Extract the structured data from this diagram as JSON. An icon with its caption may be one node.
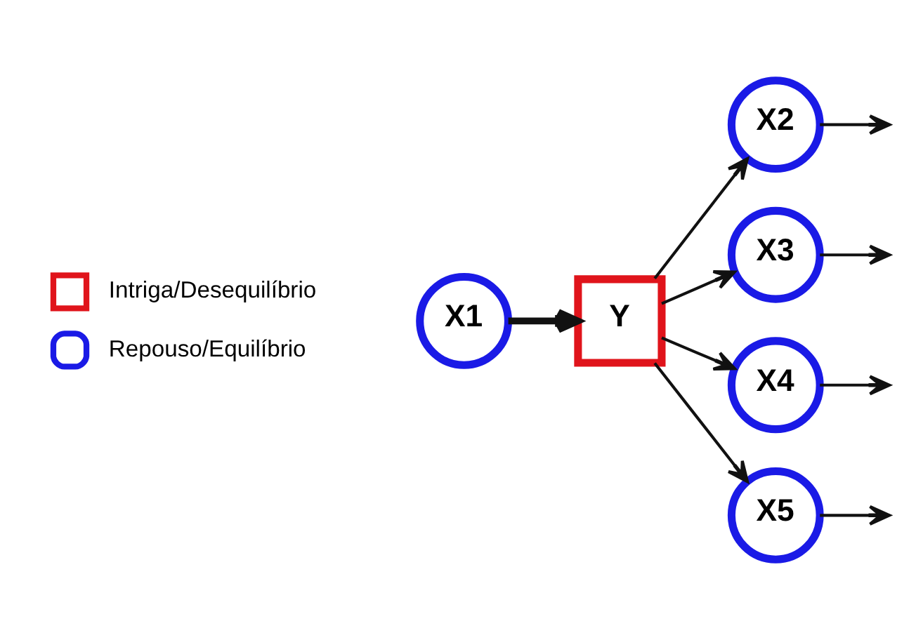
{
  "diagram": {
    "nodes": [
      {
        "text": [
          "X1"
        ]
      },
      {
        "text": [
          "Y"
        ]
      },
      {
        "text": [
          "X2"
        ]
      },
      {
        "text": [
          "X3"
        ]
      },
      {
        "text": [
          "X4"
        ]
      },
      {
        "text": [
          "X5"
        ]
      }
    ],
    "edges": [
      {
        "from": 0,
        "to": 1,
        "arrow": "to",
        "style": "thick"
      },
      {
        "from": 1,
        "to": 2,
        "arrow": "to"
      },
      {
        "from": 1,
        "to": 3,
        "arrow": "to"
      },
      {
        "from": 1,
        "to": 4,
        "arrow": "to"
      },
      {
        "from": 1,
        "to": 5,
        "arrow": "to"
      },
      {
        "from": 2,
        "to": null,
        "arrow": "to"
      },
      {
        "from": 3,
        "to": null,
        "arrow": "to"
      },
      {
        "from": 4,
        "to": null,
        "arrow": "to"
      },
      {
        "from": 5,
        "to": null,
        "arrow": "to"
      }
    ],
    "legend": [
      {
        "text": "Intriga/Desequilíbrio"
      },
      {
        "text": "Repouso/Equilíbrio"
      }
    ]
  }
}
